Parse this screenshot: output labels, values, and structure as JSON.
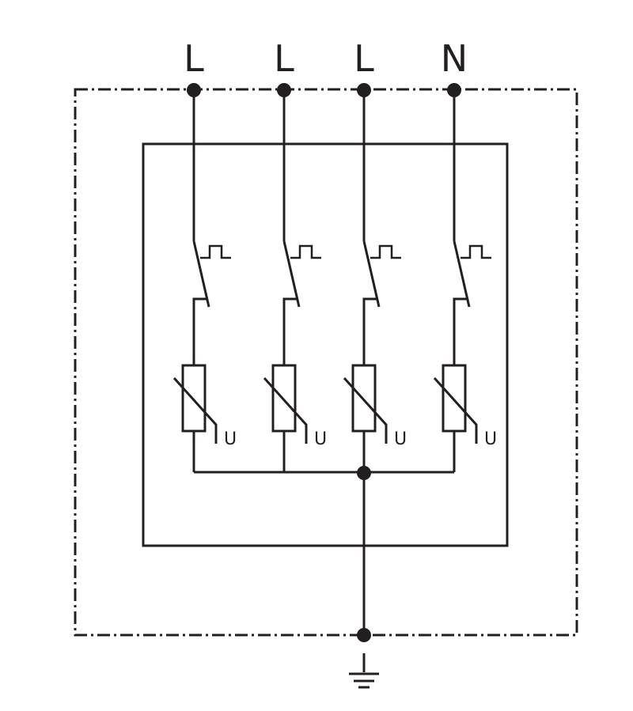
{
  "diagram": {
    "terminals": [
      {
        "label": "L"
      },
      {
        "label": "L"
      },
      {
        "label": "L"
      },
      {
        "label": "N"
      }
    ],
    "varistors": [
      {
        "symbol": "U"
      },
      {
        "symbol": "U"
      },
      {
        "symbol": "U"
      },
      {
        "symbol": "U"
      }
    ],
    "ground_icon": "earth-ground-icon",
    "line_color": "#231f20"
  }
}
